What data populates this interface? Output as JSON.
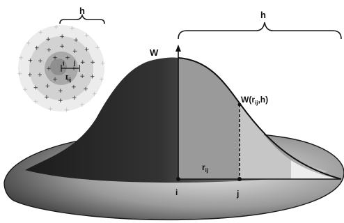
{
  "labels": {
    "h_inset": "h",
    "h_main": "h",
    "kernel_axis": "W",
    "kernel_value": "W(r",
    "kernel_value_sub": "ij",
    "kernel_value_tail": ",h)",
    "radius": "r",
    "radius_sub": "ij",
    "inset_radius": "r",
    "inset_radius_sub": "ij",
    "inset_point_i": "i",
    "inset_point_j": "j",
    "point_i": "i",
    "point_j": "j"
  },
  "colors": {
    "outline": "#1a1a1a",
    "shade_dark": "#2a2a2a",
    "shade_light": "#d8d8d8",
    "inner_panel": "#9a9a9a",
    "right_panel": "#c8c8c8"
  }
}
